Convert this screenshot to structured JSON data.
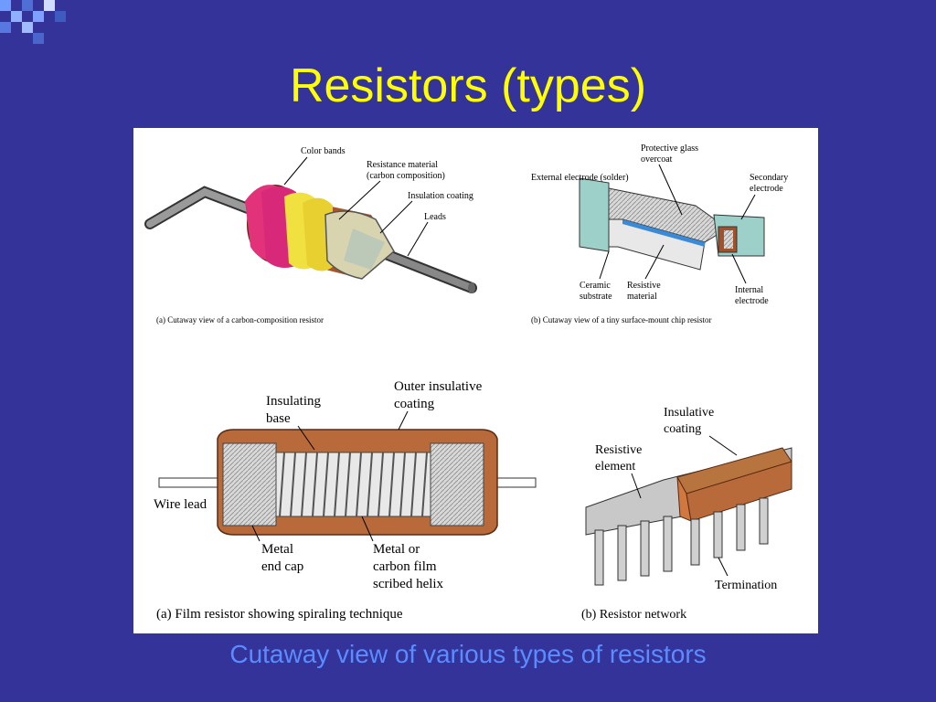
{
  "title": "Resistors (types)",
  "caption": "Cutaway view of various types of resistors",
  "colors": {
    "background": "#333399",
    "title": "#ffff00",
    "caption": "#5b8cff"
  },
  "panel_a": {
    "labels": {
      "color_bands": "Color bands",
      "resistance_material_1": "Resistance material",
      "resistance_material_2": "(carbon composition)",
      "insulation_coating": "Insulation coating",
      "leads": "Leads"
    },
    "sublabel": "(a) Cutaway view of a carbon-composition resistor"
  },
  "panel_b": {
    "labels": {
      "protective_glass_1": "Protective glass",
      "protective_glass_2": "overcoat",
      "external_electrode": "External electrode (solder)",
      "secondary_electrode_1": "Secondary",
      "secondary_electrode_2": "electrode",
      "ceramic_1": "Ceramic",
      "ceramic_2": "substrate",
      "resistive_1": "Resistive",
      "resistive_2": "material",
      "internal_1": "Internal",
      "internal_2": "electrode"
    },
    "sublabel": "(b) Cutaway view of a tiny surface-mount chip resistor"
  },
  "panel_c": {
    "labels": {
      "insulating_base_1": "Insulating",
      "insulating_base_2": "base",
      "outer_coating_1": "Outer insulative",
      "outer_coating_2": "coating",
      "wire_lead": "Wire lead",
      "end_cap_1": "Metal",
      "end_cap_2": "end cap",
      "film_1": "Metal or",
      "film_2": "carbon film",
      "film_3": "scribed helix"
    },
    "sublabel": "(a) Film resistor showing spiraling technique"
  },
  "panel_d": {
    "labels": {
      "insulative_1": "Insulative",
      "insulative_2": "coating",
      "resistive_1": "Resistive",
      "resistive_2": "element",
      "termination": "Termination"
    },
    "sublabel": "(b) Resistor network"
  }
}
